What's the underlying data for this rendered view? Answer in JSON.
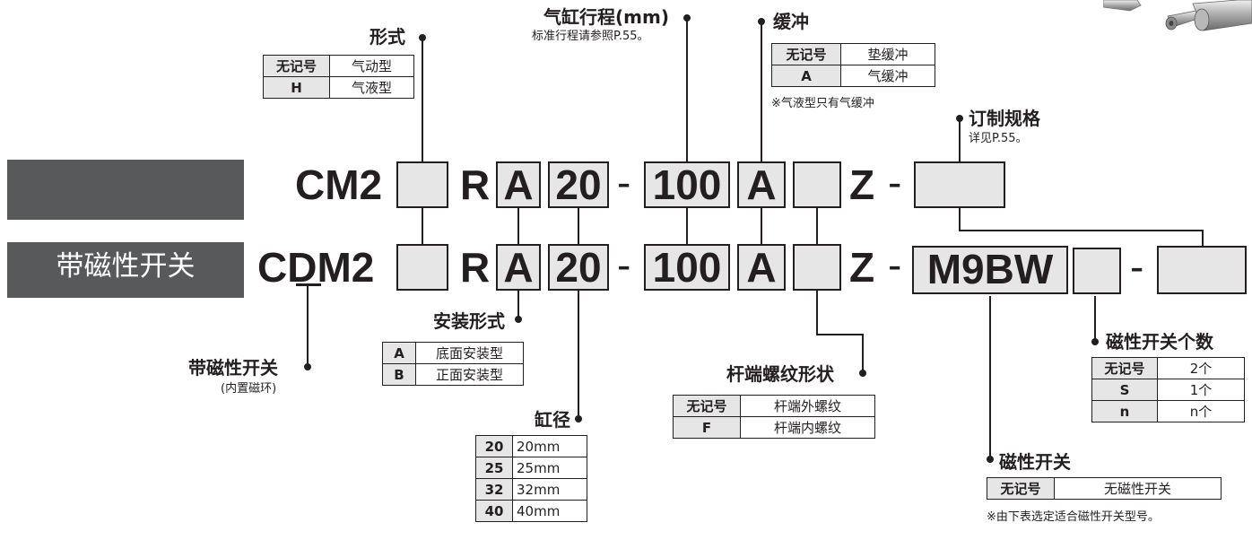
{
  "model_rows": {
    "standard": {
      "label": "",
      "prefix": "CM2",
      "blank1": "",
      "r": "R",
      "mount": "A",
      "bore": "20",
      "dash1": "-",
      "stroke": "100",
      "cushion": "A",
      "blank2": "",
      "z": "Z",
      "dash2": "-",
      "custom": ""
    },
    "with_switch": {
      "label": "带磁性开关",
      "prefix": "CDM2",
      "blank1": "",
      "r": "R",
      "mount": "A",
      "bore": "20",
      "dash1": "-",
      "stroke": "100",
      "cushion": "A",
      "blank2": "",
      "z": "Z",
      "dash2": "-",
      "switch_model": "M9BW",
      "switch_count": "",
      "dash3": "-",
      "custom": ""
    }
  },
  "type_section": {
    "title": "形式",
    "rows": [
      {
        "key": "无记号",
        "value": "气动型"
      },
      {
        "key": "H",
        "value": "气液型"
      }
    ]
  },
  "stroke_section": {
    "title": "气缸行程(mm)",
    "note": "标准行程请参照P.55。"
  },
  "cushion_section": {
    "title": "缓冲",
    "rows": [
      {
        "key": "无记号",
        "value": "垫缓冲"
      },
      {
        "key": "A",
        "value": "气缓冲"
      }
    ],
    "note": "※气液型只有气缓冲"
  },
  "custom_section": {
    "title": "订制规格",
    "note": "详见P.55。"
  },
  "magnet_section": {
    "title": "带磁性开关",
    "note": "(内置磁环)"
  },
  "mount_section": {
    "title": "安装形式",
    "rows": [
      {
        "key": "A",
        "value": "底面安装型"
      },
      {
        "key": "B",
        "value": "正面安装型"
      }
    ]
  },
  "bore_section": {
    "title": "缸径",
    "rows": [
      {
        "key": "20",
        "value": "20mm"
      },
      {
        "key": "25",
        "value": "25mm"
      },
      {
        "key": "32",
        "value": "32mm"
      },
      {
        "key": "40",
        "value": "40mm"
      }
    ]
  },
  "thread_section": {
    "title": "杆端螺纹形状",
    "rows": [
      {
        "key": "无记号",
        "value": "杆端外螺纹"
      },
      {
        "key": "F",
        "value": "杆端内螺纹"
      }
    ]
  },
  "switch_count_section": {
    "title": "磁性开关个数",
    "rows": [
      {
        "key": "无记号",
        "value": "2个"
      },
      {
        "key": "S",
        "value": "1个"
      },
      {
        "key": "n",
        "value": "n个"
      }
    ]
  },
  "switch_section": {
    "title": "磁性开关",
    "rows": [
      {
        "key": "无记号",
        "value": "无磁性开关"
      }
    ],
    "note": "※由下表选定适合磁性开关型号。"
  },
  "colors": {
    "box_fill": "#e6e6e6",
    "label_bar": "#58595b",
    "line": "#231f20"
  }
}
